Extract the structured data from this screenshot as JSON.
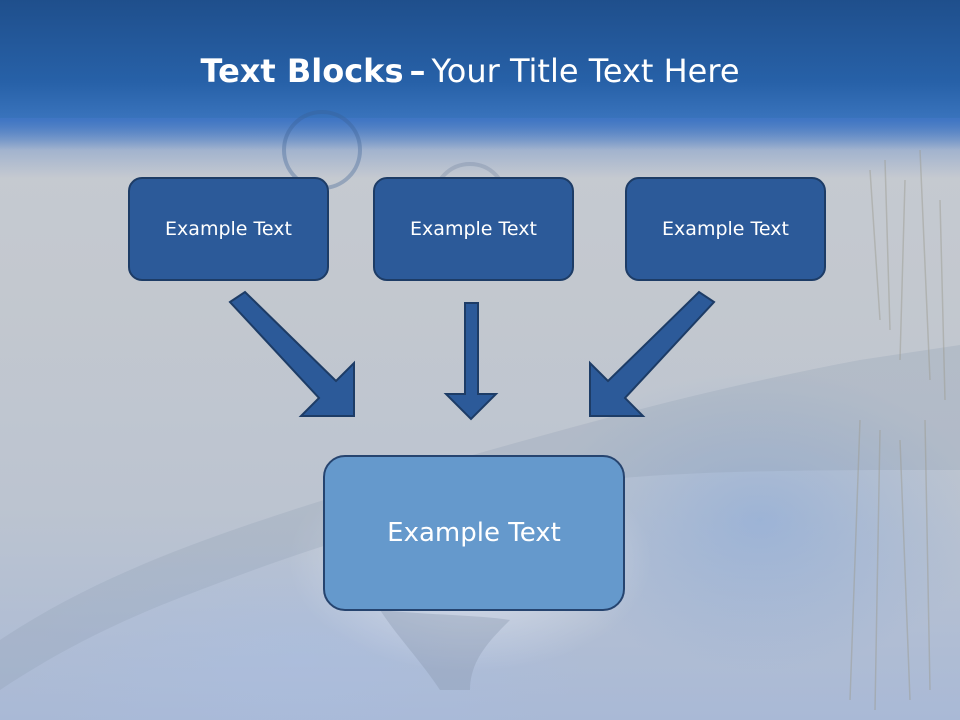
{
  "slide": {
    "title_bold": "Text Blocks",
    "title_separator": "–",
    "title_rest": "Your Title Text Here"
  },
  "blocks": {
    "top_left": "Example Text",
    "top_center": "Example Text",
    "top_right": "Example Text",
    "result": "Example Text"
  },
  "colors": {
    "header_blue": "#2761a8",
    "block_dark_blue": "#2c5a99",
    "block_light_blue": "#6599cc",
    "border_navy": "#1d3c66",
    "arrow_blue": "#2c5a99"
  },
  "icons": {
    "arrow_left": "down-right-arrow-icon",
    "arrow_center": "down-arrow-icon",
    "arrow_right": "down-left-arrow-icon"
  }
}
